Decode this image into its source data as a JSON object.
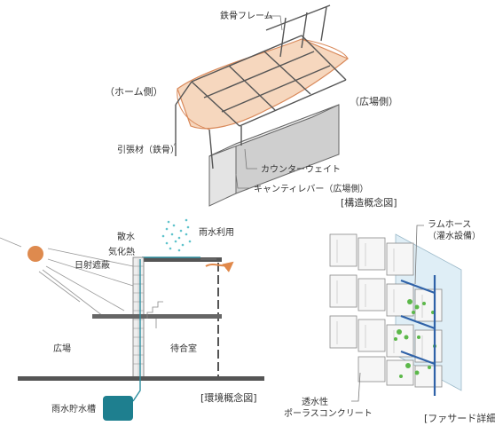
{
  "structure": {
    "label_steel_frame": "鉄骨フレーム",
    "label_home_side": "（ホーム側）",
    "label_plaza_side": "（広場側）",
    "label_tension_member": "引張材（鉄骨）",
    "label_counterweight": "カウンターウェイト",
    "label_cantilever": "キャンティレバー（広場側）",
    "caption": "[構造概念図]"
  },
  "environment": {
    "label_sprinkle": "散水",
    "label_vaporization_heat": "気化熱",
    "label_rain_use": "雨水利用",
    "label_sun_shading": "日射遮蔽",
    "label_plaza": "広場",
    "label_waiting_room": "待合室",
    "label_rain_tank": "雨水貯水槽",
    "caption": "[環境概念図]"
  },
  "facade": {
    "label_hose_line1": "ラムホース",
    "label_hose_line2": "（灌水設備）",
    "label_concrete_line1": "透水性",
    "label_concrete_line2": "ポーラスコンクリート",
    "caption": "[ファサード詳細]"
  },
  "colors": {
    "canopy_fill": "#f3c9a8",
    "canopy_stroke": "#d9895a",
    "sun": "#de8a4e",
    "rain_dots": "#5fc3cc",
    "tank": "#1e7f8f",
    "pipe": "#2f8fa0",
    "hose": "#2f62a8",
    "glass": "#dfeef6",
    "greenery": "#5cb84a",
    "arrow_orange": "#e0884a"
  }
}
